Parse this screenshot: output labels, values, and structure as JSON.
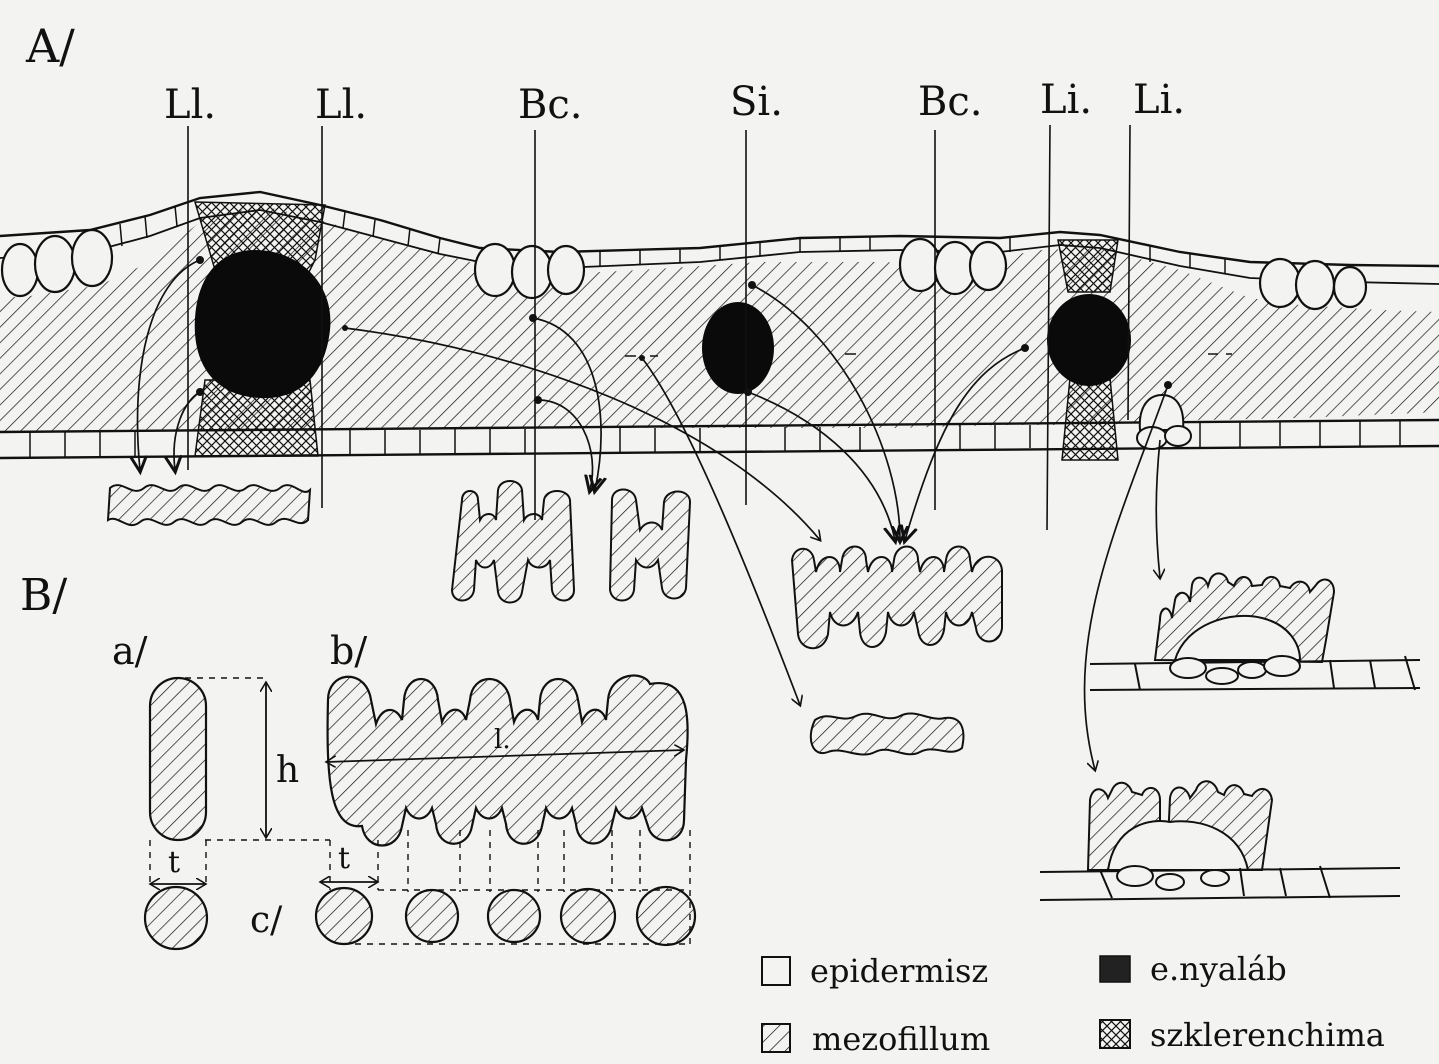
{
  "panels": {
    "a": "A/",
    "b": "B/",
    "b_sub_a": "a/",
    "b_sub_b": "b/",
    "b_sub_c": "c/"
  },
  "top_labels": [
    {
      "id": "ll1",
      "text": "Ll."
    },
    {
      "id": "ll2",
      "text": "Ll."
    },
    {
      "id": "bc1",
      "text": "Bc."
    },
    {
      "id": "si",
      "text": "Si."
    },
    {
      "id": "bc2",
      "text": "Bc."
    },
    {
      "id": "li1",
      "text": "Li."
    },
    {
      "id": "li2",
      "text": "Li."
    }
  ],
  "dimensions": {
    "height": "h",
    "thickness_a": "t",
    "thickness_b": "t",
    "length": "l."
  },
  "legend": [
    {
      "swatch": "empty",
      "label": "epidermisz"
    },
    {
      "swatch": "solid",
      "label": "e.nyaláb"
    },
    {
      "swatch": "hatch",
      "label": "mezofillum"
    },
    {
      "swatch": "crosshatch",
      "label": "szklerenchima"
    }
  ],
  "colors": {
    "ink": "#111111",
    "paper": "#f3f3f1"
  }
}
